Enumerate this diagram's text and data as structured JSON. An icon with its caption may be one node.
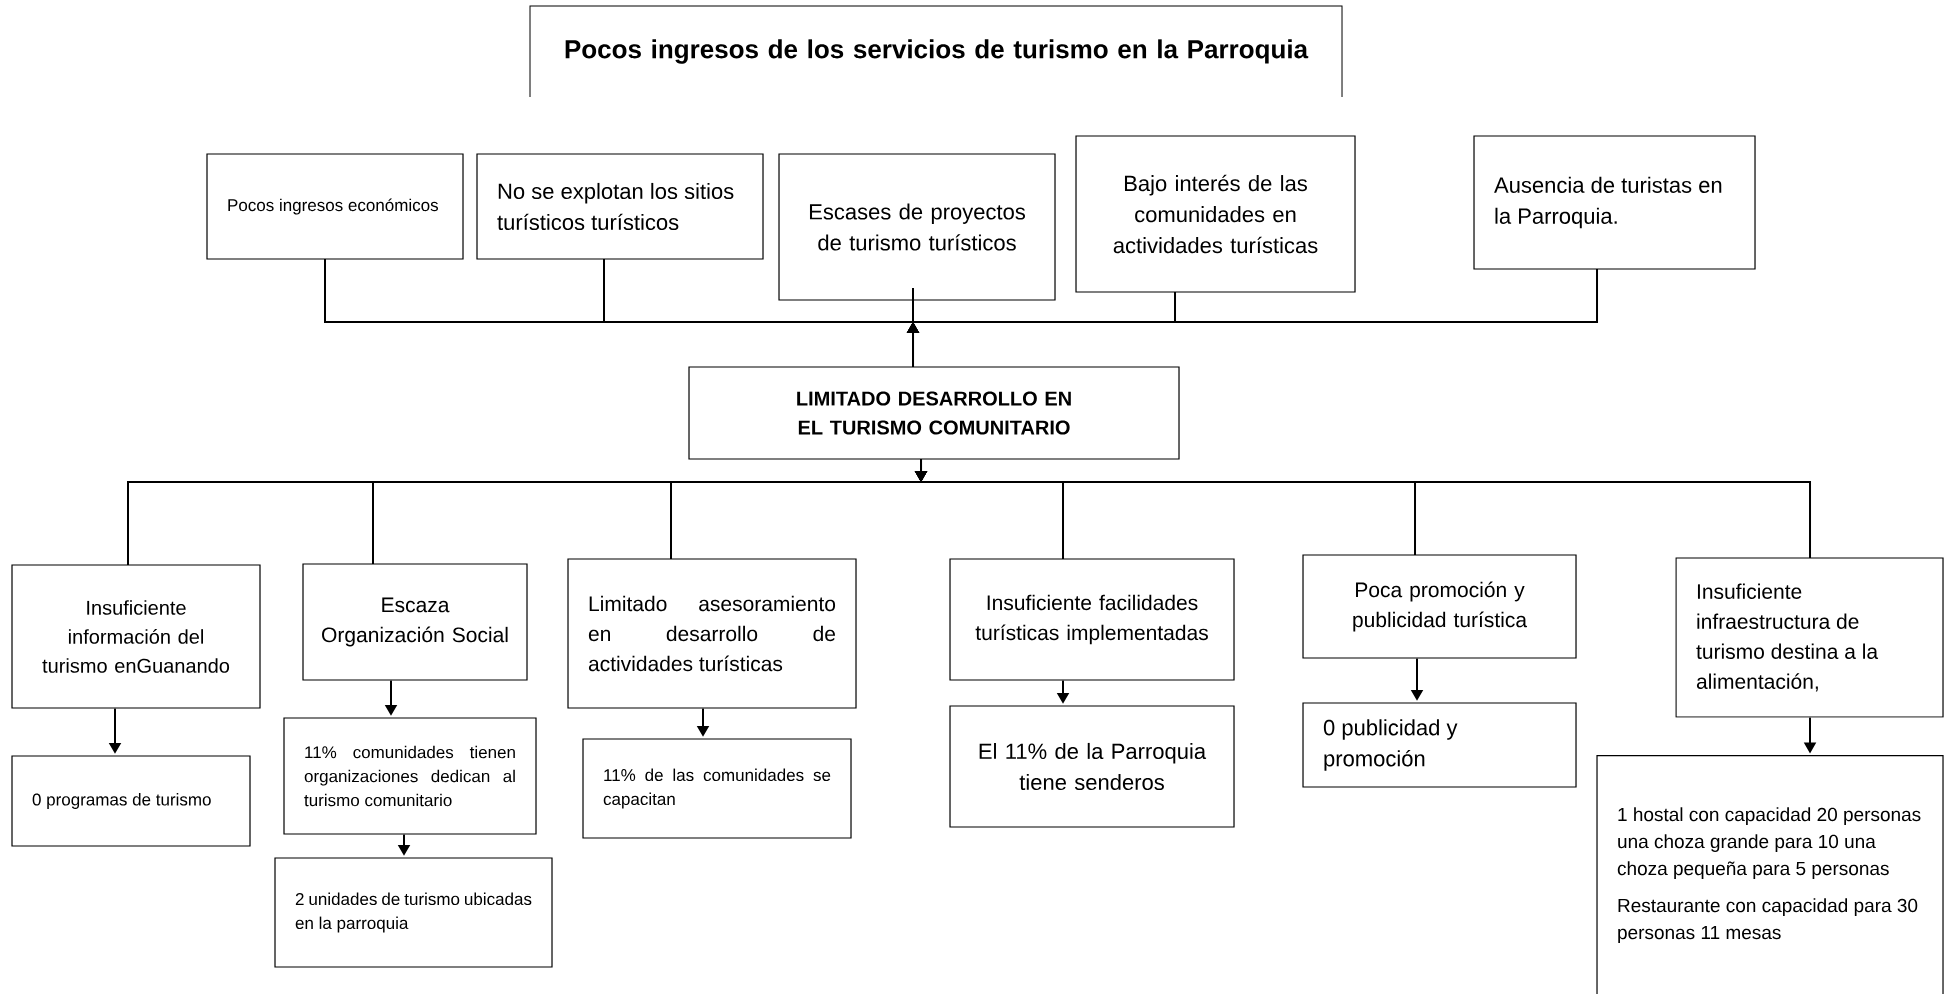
{
  "diagram": {
    "nodes": [
      {
        "text": [
          "Pocos ingresos de los servicios de turismo  en la Parroquia"
        ]
      },
      {
        "text": [
          "Pocos ingresos económicos"
        ]
      },
      {
        "text": [
          "No se explotan los sitios turísticos turísticos"
        ]
      },
      {
        "text": [
          "Escases de proyectos de turismo turísticos"
        ]
      },
      {
        "text": [
          "Bajo interés de las comunidades en actividades turísticas"
        ]
      },
      {
        "text": [
          "Ausencia de turistas en la Parroquia."
        ]
      },
      {
        "text": [
          "LIMITADO DESARROLLO EN EL TURISMO COMUNITARIO"
        ]
      },
      {
        "text": [
          "Insuficiente información del turismo enGuanando"
        ]
      },
      {
        "text": [
          "Escaza Organización Social"
        ]
      },
      {
        "text": [
          "Limitado asesoramiento en desarrollo de actividades turísticas"
        ]
      },
      {
        "text": [
          "Insuficiente facilidades turísticas implementadas"
        ]
      },
      {
        "text": [
          "Poca promoción y publicidad turística"
        ]
      },
      {
        "text": [
          "Insuficiente infraestructura de turismo destina a la alimentación,"
        ]
      },
      {
        "text": [
          "0 programas de turismo"
        ]
      },
      {
        "text": [
          "11% comunidades tienen organizaciones dedican al turismo comunitario"
        ]
      },
      {
        "text": [
          "2  unidades de turismo ubicadas en la parroquia"
        ]
      },
      {
        "text": [
          "11% de las comunidades se capacitan"
        ]
      },
      {
        "text": [
          "El 11% de la Parroquia tiene senderos"
        ]
      },
      {
        "text": [
          "0 publicidad y promoción"
        ]
      },
      {
        "text": [
          "1 hostal con capacidad 20 personas una choza grande para 10 una choza pequeña para 5 personas",
          "Restaurante con capacidad para 30 personas  11 mesas"
        ]
      }
    ],
    "edges": [
      {
        "from": 6,
        "to": 1,
        "arrow": "to"
      },
      {
        "from": 6,
        "to": 2,
        "arrow": "to"
      },
      {
        "from": 6,
        "to": 3,
        "arrow": "to"
      },
      {
        "from": 6,
        "to": 4,
        "arrow": "to"
      },
      {
        "from": 6,
        "to": 5,
        "arrow": "to"
      },
      {
        "from": 6,
        "to": 7,
        "arrow": "to"
      },
      {
        "from": 6,
        "to": 8,
        "arrow": "to"
      },
      {
        "from": 6,
        "to": 9,
        "arrow": "to"
      },
      {
        "from": 6,
        "to": 10,
        "arrow": "to"
      },
      {
        "from": 6,
        "to": 11,
        "arrow": "to"
      },
      {
        "from": 6,
        "to": 12,
        "arrow": "to"
      },
      {
        "from": 7,
        "to": 13,
        "arrow": "to"
      },
      {
        "from": 8,
        "to": 14,
        "arrow": "to"
      },
      {
        "from": 14,
        "to": 15,
        "arrow": "to"
      },
      {
        "from": 9,
        "to": 16,
        "arrow": "to"
      },
      {
        "from": 10,
        "to": 17,
        "arrow": "to"
      },
      {
        "from": 11,
        "to": 18,
        "arrow": "to"
      },
      {
        "from": 12,
        "to": 19,
        "arrow": "to"
      }
    ]
  }
}
